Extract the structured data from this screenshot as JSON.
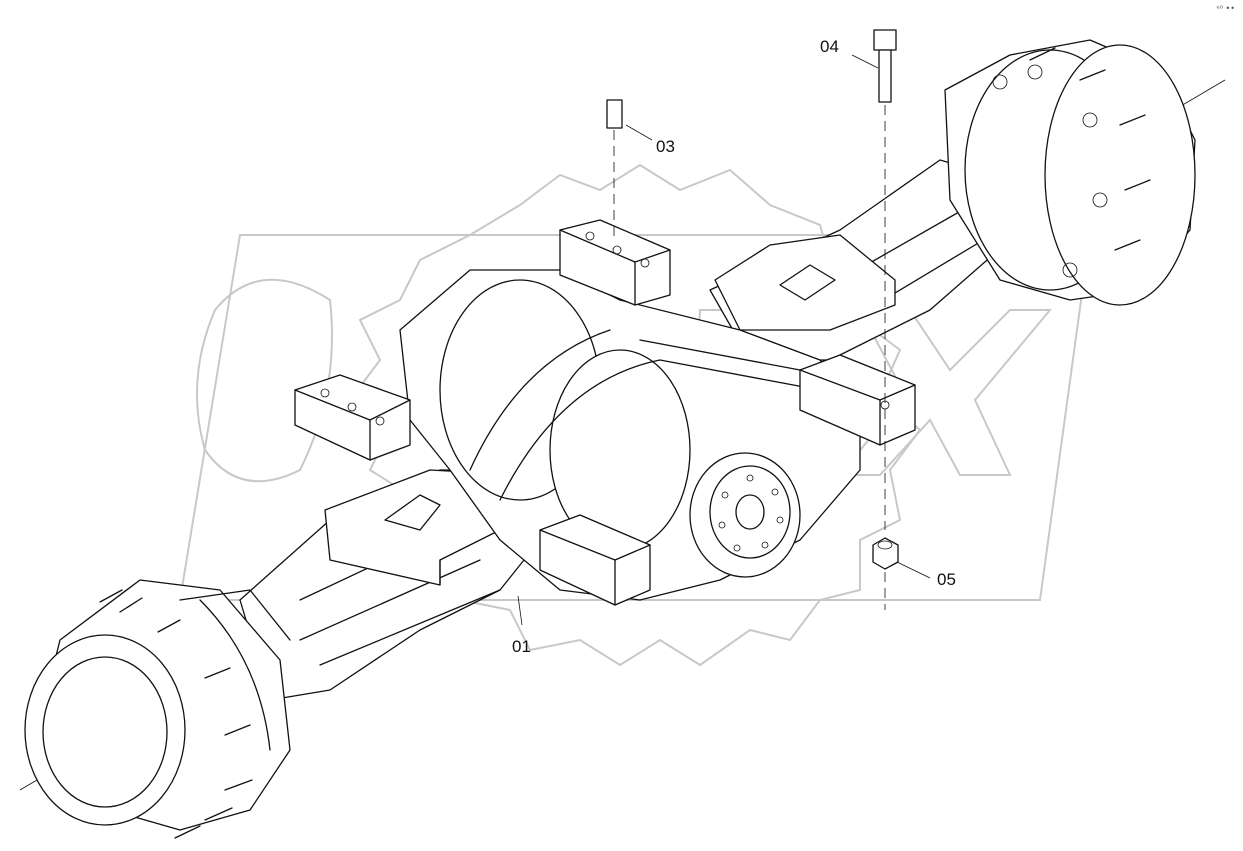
{
  "corner_note": "ᵉ⁰ ••",
  "watermark_text": "OPEX",
  "callouts": {
    "c01": "01",
    "c03": "03",
    "c04": "04",
    "c05": "05"
  },
  "colors": {
    "line": "#111111",
    "background": "#ffffff",
    "watermark": "#c8c8c8"
  }
}
